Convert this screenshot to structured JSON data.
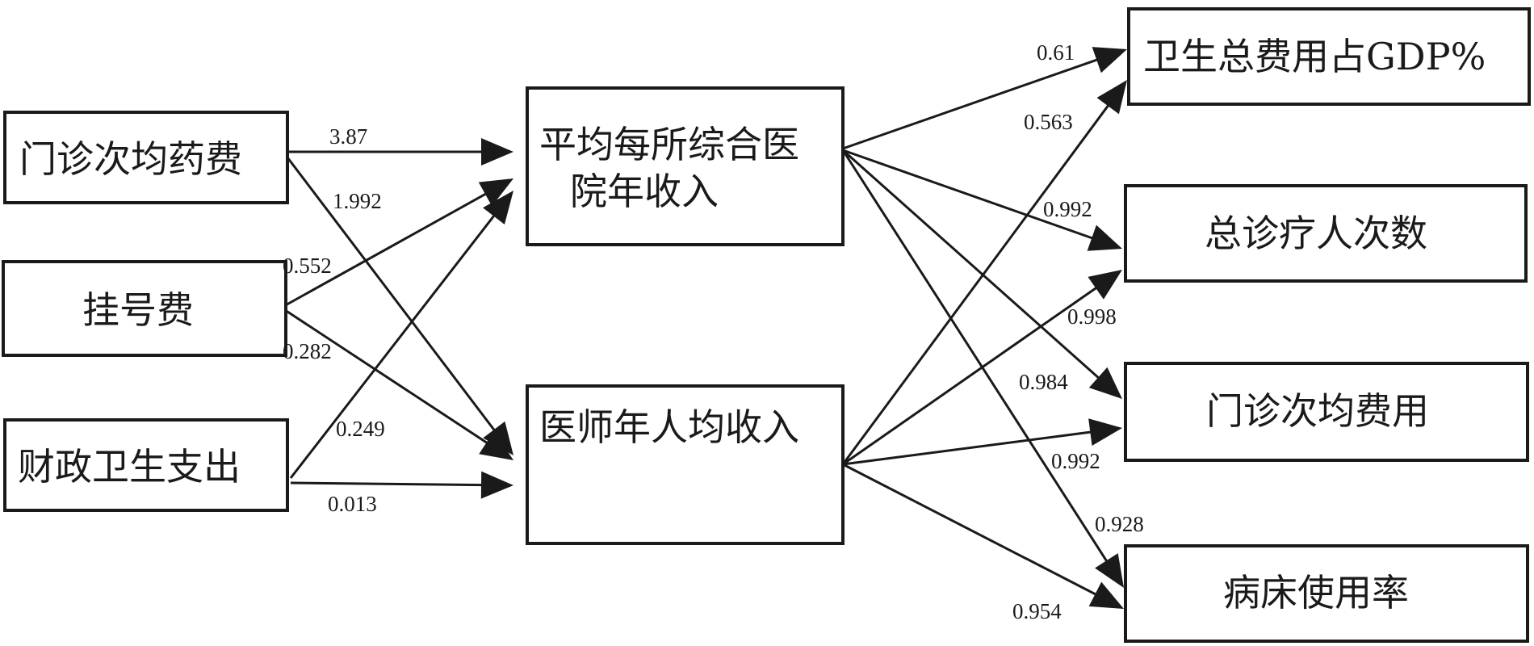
{
  "diagram": {
    "nodes": [
      {
        "id": "outpatient_drug_cost",
        "lines": [
          "门诊次均药费"
        ]
      },
      {
        "id": "registration_fee",
        "lines": [
          "挂号费"
        ]
      },
      {
        "id": "fiscal_health_expenditure",
        "lines": [
          "财政卫生支出"
        ]
      },
      {
        "id": "hospital_annual_income",
        "lines": [
          "平均每所综合医",
          "院年收入"
        ]
      },
      {
        "id": "physician_income",
        "lines": [
          "医师年人均收入"
        ]
      },
      {
        "id": "health_cost_gdp",
        "lines": [
          "卫生总费用占GDP%"
        ]
      },
      {
        "id": "total_visits",
        "lines": [
          "总诊疗人次数"
        ]
      },
      {
        "id": "outpatient_cost",
        "lines": [
          "门诊次均费用"
        ]
      },
      {
        "id": "bed_usage",
        "lines": [
          "病床使用率"
        ]
      }
    ],
    "edges": [
      {
        "from": "outpatient_drug_cost",
        "to": "hospital_annual_income",
        "weight": "3.87"
      },
      {
        "from": "outpatient_drug_cost",
        "to": "physician_income",
        "weight": "1.992"
      },
      {
        "from": "registration_fee",
        "to": "hospital_annual_income",
        "weight": "0.552"
      },
      {
        "from": "registration_fee",
        "to": "physician_income",
        "weight": "0.282"
      },
      {
        "from": "fiscal_health_expenditure",
        "to": "hospital_annual_income",
        "weight": "0.249"
      },
      {
        "from": "fiscal_health_expenditure",
        "to": "physician_income",
        "weight": "0.013"
      },
      {
        "from": "hospital_annual_income",
        "to": "health_cost_gdp",
        "weight": "0.61"
      },
      {
        "from": "physician_income",
        "to": "health_cost_gdp",
        "weight": "0.563"
      },
      {
        "from": "hospital_annual_income",
        "to": "total_visits",
        "weight": "0.992"
      },
      {
        "from": "physician_income",
        "to": "total_visits",
        "weight": "0.998"
      },
      {
        "from": "hospital_annual_income",
        "to": "outpatient_cost",
        "weight": "0.984"
      },
      {
        "from": "physician_income",
        "to": "outpatient_cost",
        "weight": "0.992"
      },
      {
        "from": "hospital_annual_income",
        "to": "bed_usage",
        "weight": "0.928"
      },
      {
        "from": "physician_income",
        "to": "bed_usage",
        "weight": "0.954"
      }
    ]
  }
}
